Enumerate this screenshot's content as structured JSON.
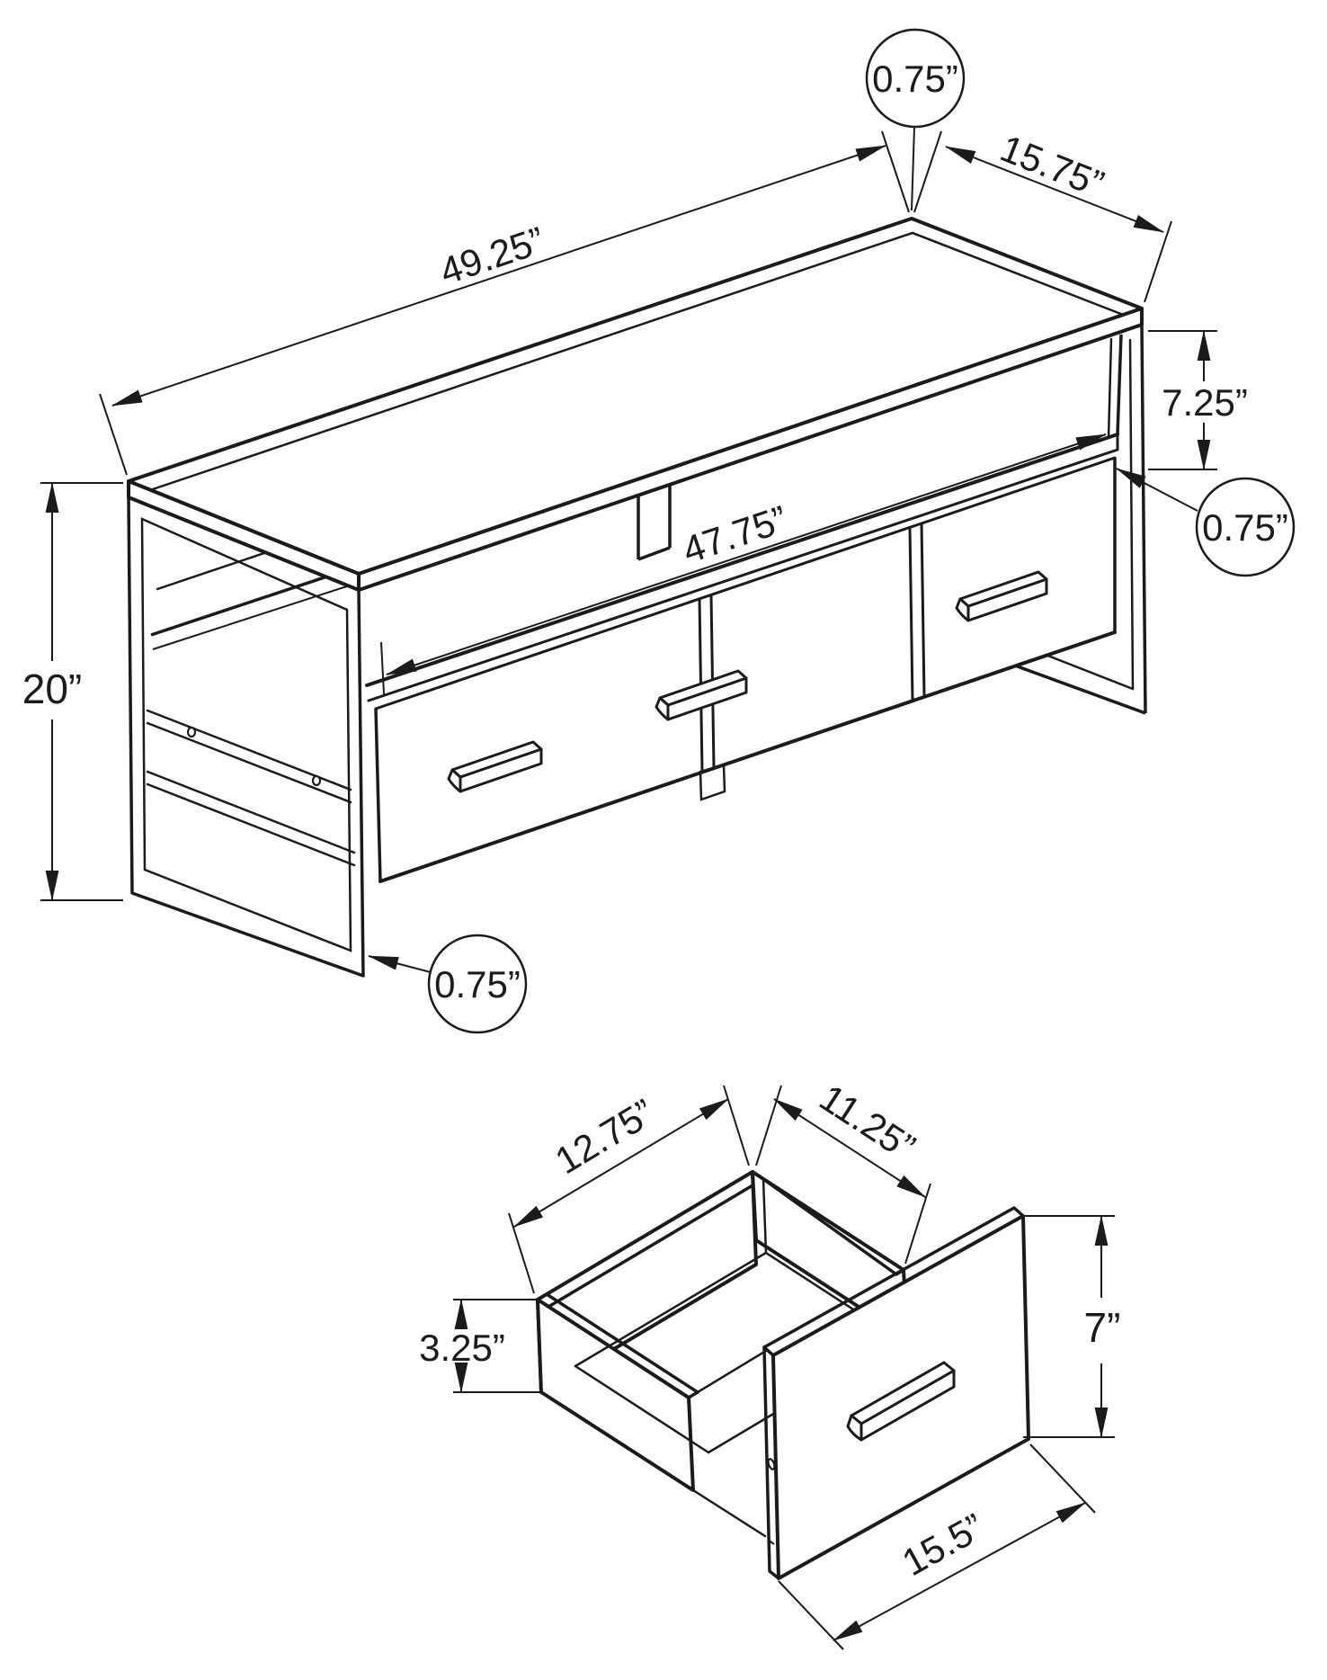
{
  "figures": {
    "tv_stand": {
      "dims": {
        "top_thickness": "0.75”",
        "depth": "15.75”",
        "width": "49.25”",
        "shelf_clearance": "7.25”",
        "shelf_thickness": "0.75”",
        "opening_width": "47.75”",
        "height": "20”",
        "frame_thickness": "0.75”"
      }
    },
    "drawer": {
      "dims": {
        "side_length": "12.75”",
        "back_width": "11.25”",
        "side_height": "3.25”",
        "front_height": "7”",
        "front_width": "15.5”"
      }
    }
  },
  "style": {
    "line_color": "#1b1b1b",
    "background": "#ffffff"
  }
}
